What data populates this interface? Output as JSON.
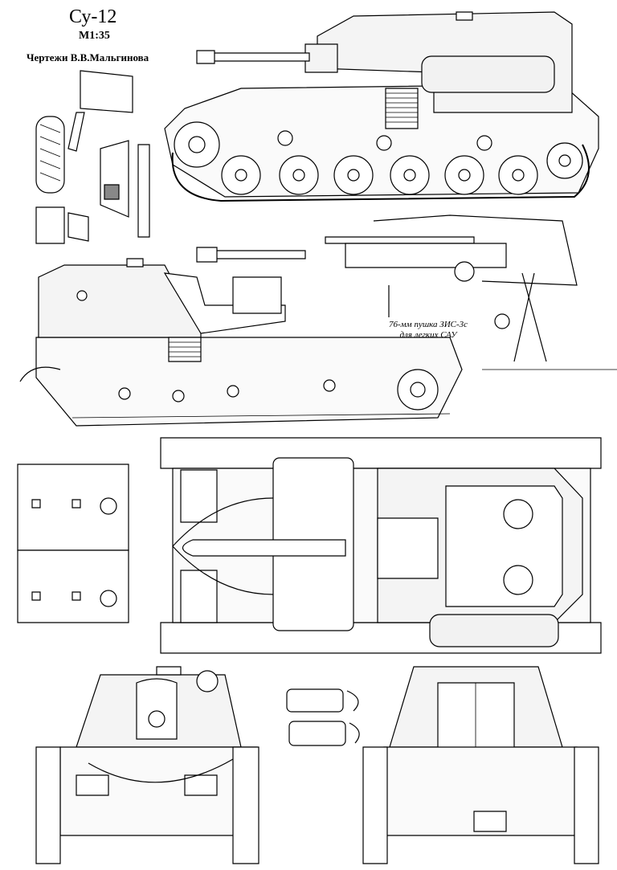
{
  "header": {
    "title": "Су-12",
    "scale": "М1:35",
    "author": "Чертежи В.В.Мальгинова"
  },
  "gun_caption": {
    "line1": "76-мм пушка ЗИС-3с",
    "line2": "для легких САУ"
  },
  "colors": {
    "ink": "#000000",
    "paper": "#ffffff",
    "fill": "#f4f4f4"
  }
}
